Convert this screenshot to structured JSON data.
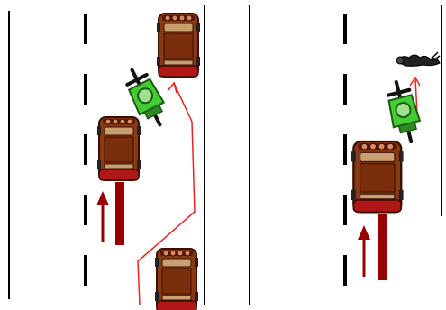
{
  "colors": {
    "background": "#ffffff",
    "road_line": "#000000",
    "car_body": "#8a3a12",
    "car_dark": "#5a1a08",
    "car_tail": "#b01818",
    "car_window": "#c8a070",
    "bike_body": "#44cc33",
    "bike_dark": "#1a5a12",
    "arrow": "#990000",
    "path_line": "#ee2222"
  },
  "icons": {
    "car": "car-topdown-icon",
    "motorcycle": "motorcycle-topdown-icon",
    "crash": "fallen-rider-icon",
    "direction": "arrow-up-icon"
  },
  "panels": [
    {
      "name": "left-scene",
      "vehicles": [
        "car",
        "motorcycle",
        "car",
        "car"
      ],
      "motion": [
        "arrow",
        "path"
      ]
    },
    {
      "name": "right-scene",
      "vehicles": [
        "crash",
        "motorcycle",
        "car"
      ],
      "motion": [
        "arrow"
      ]
    }
  ]
}
